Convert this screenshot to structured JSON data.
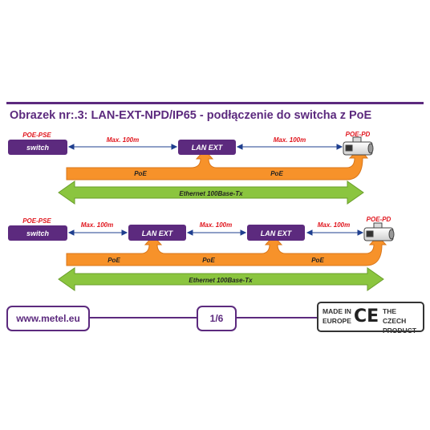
{
  "title": "Obrazek nr:.3: LAN-EXT-NPD/IP65 - podłączenie do switcha z PoE",
  "colors": {
    "purple": "#5c2a7e",
    "orange": "#f7922a",
    "green": "#8bc53f",
    "red_label": "#e0151d",
    "blue_arrow": "#1f3f8f"
  },
  "diagram1": {
    "pse_label": "POE-PSE",
    "switch_label": "switch",
    "lan_ext_label": "LAN EXT",
    "pd_label": "POE-PD",
    "distance_labels": [
      "Max. 100m",
      "Max. 100m"
    ],
    "poe_labels": [
      "PoE",
      "PoE"
    ],
    "ethernet_label": "Ethernet 100Base-Tx"
  },
  "diagram2": {
    "pse_label": "POE-PSE",
    "switch_label": "switch",
    "lan_ext_labels": [
      "LAN EXT",
      "LAN EXT"
    ],
    "pd_label": "POE-PD",
    "distance_labels": [
      "Max. 100m",
      "Max. 100m",
      "Max. 100m"
    ],
    "poe_labels": [
      "PoE",
      "PoE",
      "PoE"
    ],
    "ethernet_label": "Ethernet 100Base-Tx"
  },
  "footer": {
    "url": "www.metel.eu",
    "page": "1/6",
    "made_in": "MADE IN EUROPE",
    "ce_mark": "CE",
    "czech": "THE CZECH PRODUCT"
  }
}
